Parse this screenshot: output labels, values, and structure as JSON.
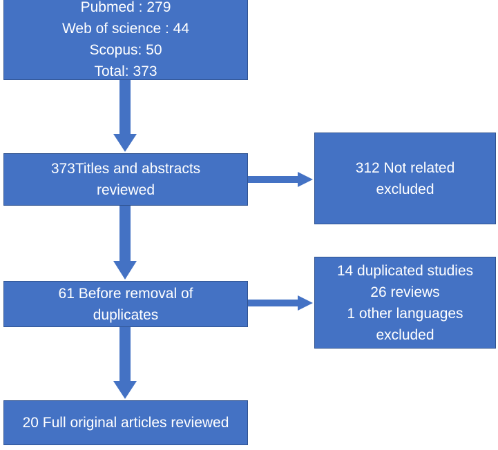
{
  "flowchart": {
    "sources": {
      "lines": [
        "Pubmed : 279",
        "Web of science : 44",
        "Scopus: 50",
        "Total: 373"
      ]
    },
    "screened": {
      "lines": [
        "373Titles and abstracts",
        "reviewed"
      ]
    },
    "not_related": {
      "lines": [
        "312 Not related",
        "excluded"
      ]
    },
    "before_dedup": {
      "lines": [
        "61 Before removal of",
        "duplicates"
      ]
    },
    "excluded": {
      "lines": [
        "14 duplicated studies",
        "26 reviews",
        "1 other languages",
        "excluded"
      ]
    },
    "final": {
      "lines": [
        "20 Full original articles reviewed"
      ]
    }
  },
  "colors": {
    "box_fill": "#4472c4",
    "box_border": "#2f528f",
    "arrow": "#4472c4",
    "text": "#ffffff"
  }
}
